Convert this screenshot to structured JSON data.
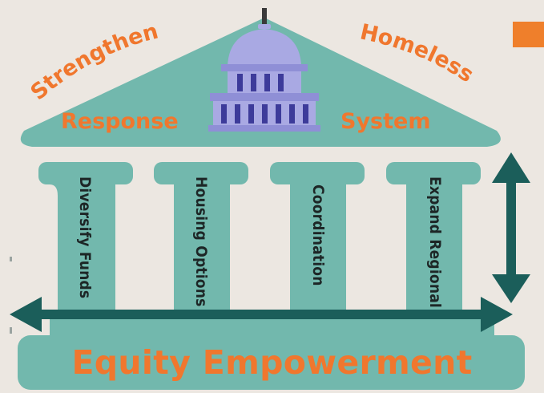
{
  "colors": {
    "background": "#ece7e1",
    "teal": "#72b8ad",
    "dark_teal": "#1b5e5a",
    "orange": "#f0772e",
    "dome": "#a9a9e3",
    "dome_dark": "#3d3b9a"
  },
  "roof": {
    "arc_left": "Strengthen",
    "arc_right": "Homeless",
    "left": "Response",
    "right": "System",
    "icon": "capitol-dome-icon"
  },
  "pillars": [
    {
      "label": "Diversify Funds"
    },
    {
      "label": "Housing Options"
    },
    {
      "label": "Coordination"
    },
    {
      "label": "Expand Regional"
    }
  ],
  "base": {
    "label": "Equity Empowerment"
  }
}
